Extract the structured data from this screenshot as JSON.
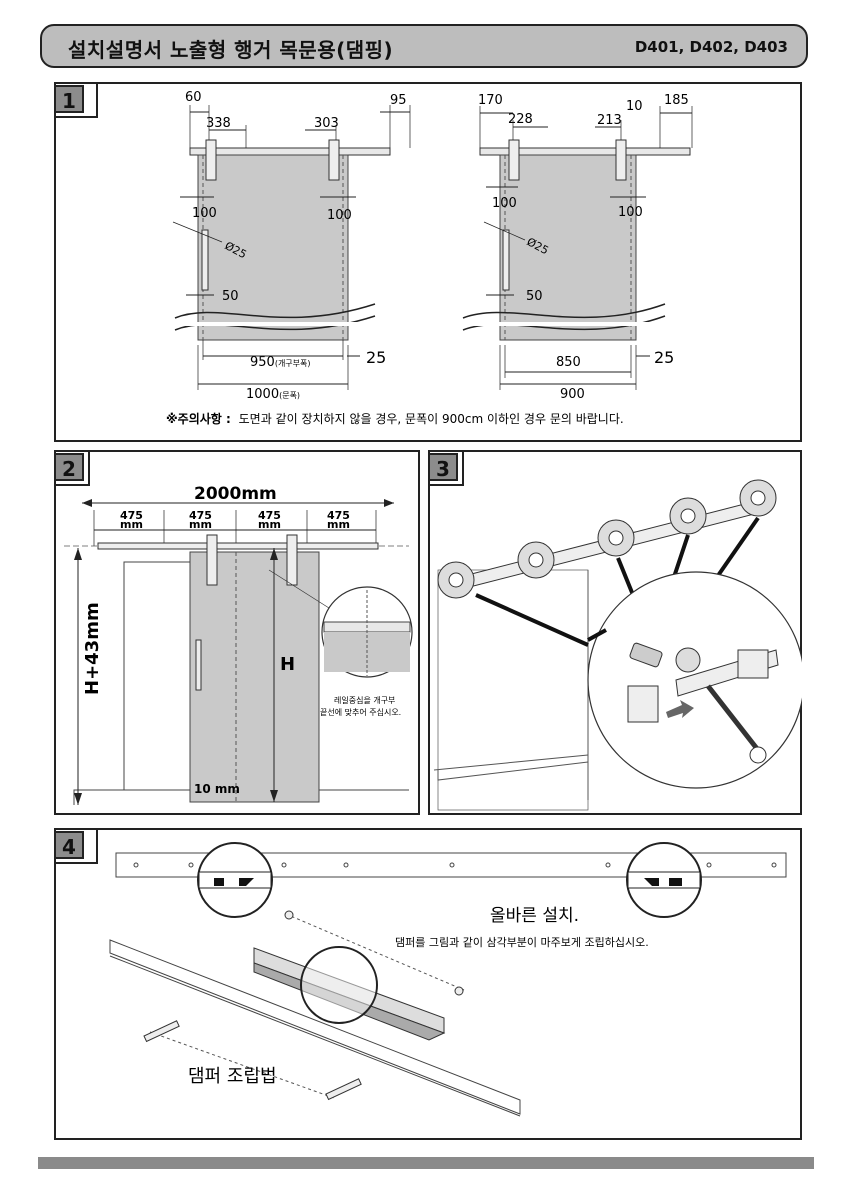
{
  "header": {
    "title": "설치설명서 노출형 행거 목문용(댐핑)",
    "models": "D401, D402, D403"
  },
  "panel1": {
    "badge": "1",
    "left": {
      "dims_top": [
        "60",
        "338",
        "303",
        "95"
      ],
      "side_left": "100",
      "side_right": "100",
      "diameter": "Ø25",
      "handle_offset": "50",
      "opening_width": "950",
      "opening_label": "(개구부폭)",
      "gap": "25",
      "door_width": "1000",
      "door_label": "(문폭)"
    },
    "right": {
      "dims_top": [
        "170",
        "228",
        "213",
        "10",
        "185"
      ],
      "side_left": "100",
      "side_right": "100",
      "diameter": "Ø25",
      "handle_offset": "50",
      "opening_width": "850",
      "gap": "25",
      "door_width": "900"
    },
    "note_prefix": "※주의사항 :",
    "note_text": "도면과 같이 장치하지 않을 경우, 문폭이 900cm 이하인 경우 문의 바랍니다."
  },
  "panel2": {
    "badge": "2",
    "total": "2000mm",
    "segments": [
      "475",
      "475",
      "475",
      "475"
    ],
    "segment_unit": "mm",
    "height_outer": "H+43mm",
    "height_inner": "H",
    "bottom_gap": "10 mm",
    "note_line1": "레일중심을 개구부",
    "note_line2": "끝선에 맞추어 주십시오."
  },
  "panel3": {
    "badge": "3"
  },
  "panel4": {
    "badge": "4",
    "correct_title": "올바른 설치.",
    "correct_desc": "댐퍼를 그림과 같이 삼각부분이 마주보게 조립하십시오.",
    "assembly_title": "댐퍼 조립법"
  }
}
